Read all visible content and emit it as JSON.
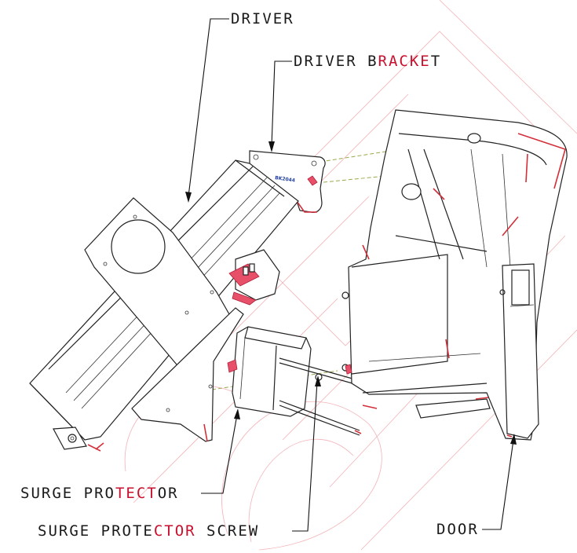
{
  "labels": {
    "driver": "DRIVER",
    "driver_bracket_pre": "DRIVER B",
    "driver_bracket_red": "RACKE",
    "driver_bracket_post": "T",
    "surge_protector_pre": "SURGE PRO",
    "surge_protector_red": "TECT",
    "surge_protector_post": "OR",
    "surge_screw_pre": "SURGE PROTE",
    "surge_screw_red": "CTOR",
    "surge_screw_post": " SCREW",
    "door": "DOOR"
  },
  "part_number": "BK2044",
  "colors": {
    "line": "#222222",
    "highlight": "#d32f3a",
    "alignment_dash": "#9aa84a",
    "part_number_text": "#1f3fa6"
  }
}
